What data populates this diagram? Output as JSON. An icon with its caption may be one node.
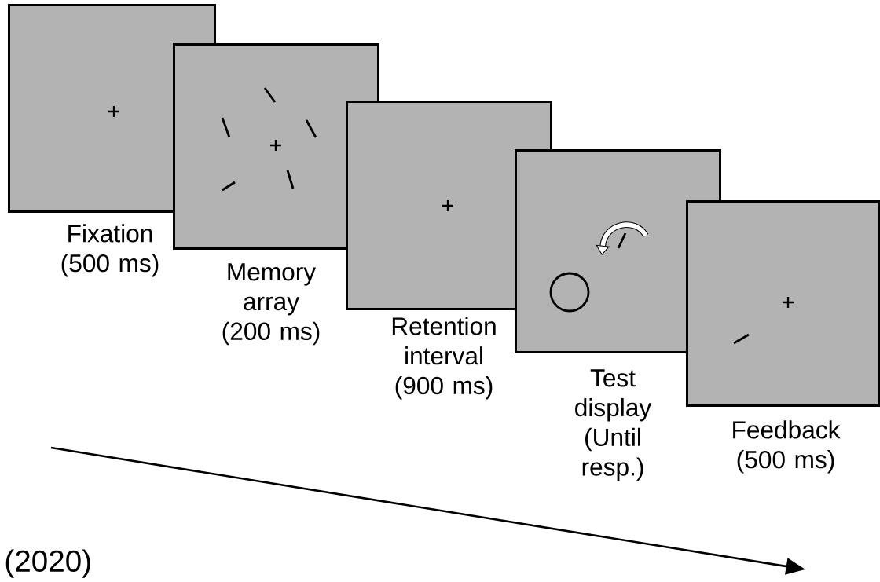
{
  "diagram": {
    "nodes": [
      {
        "text": [],
        "shape": "box",
        "beside": [
          "Fixation (500 ms)"
        ]
      },
      {
        "text": [],
        "shape": "box",
        "beside": [
          "Memory array (200 ms)"
        ]
      },
      {
        "text": [],
        "shape": "box",
        "beside": [
          "Retention interval (900 ms)"
        ]
      },
      {
        "text": [],
        "shape": "box",
        "beside": [
          "Test display (Until resp.)"
        ]
      },
      {
        "text": [],
        "shape": "box",
        "beside": [
          "Feedback (500 ms)"
        ]
      }
    ],
    "labels": [
      "(2020)"
    ]
  }
}
